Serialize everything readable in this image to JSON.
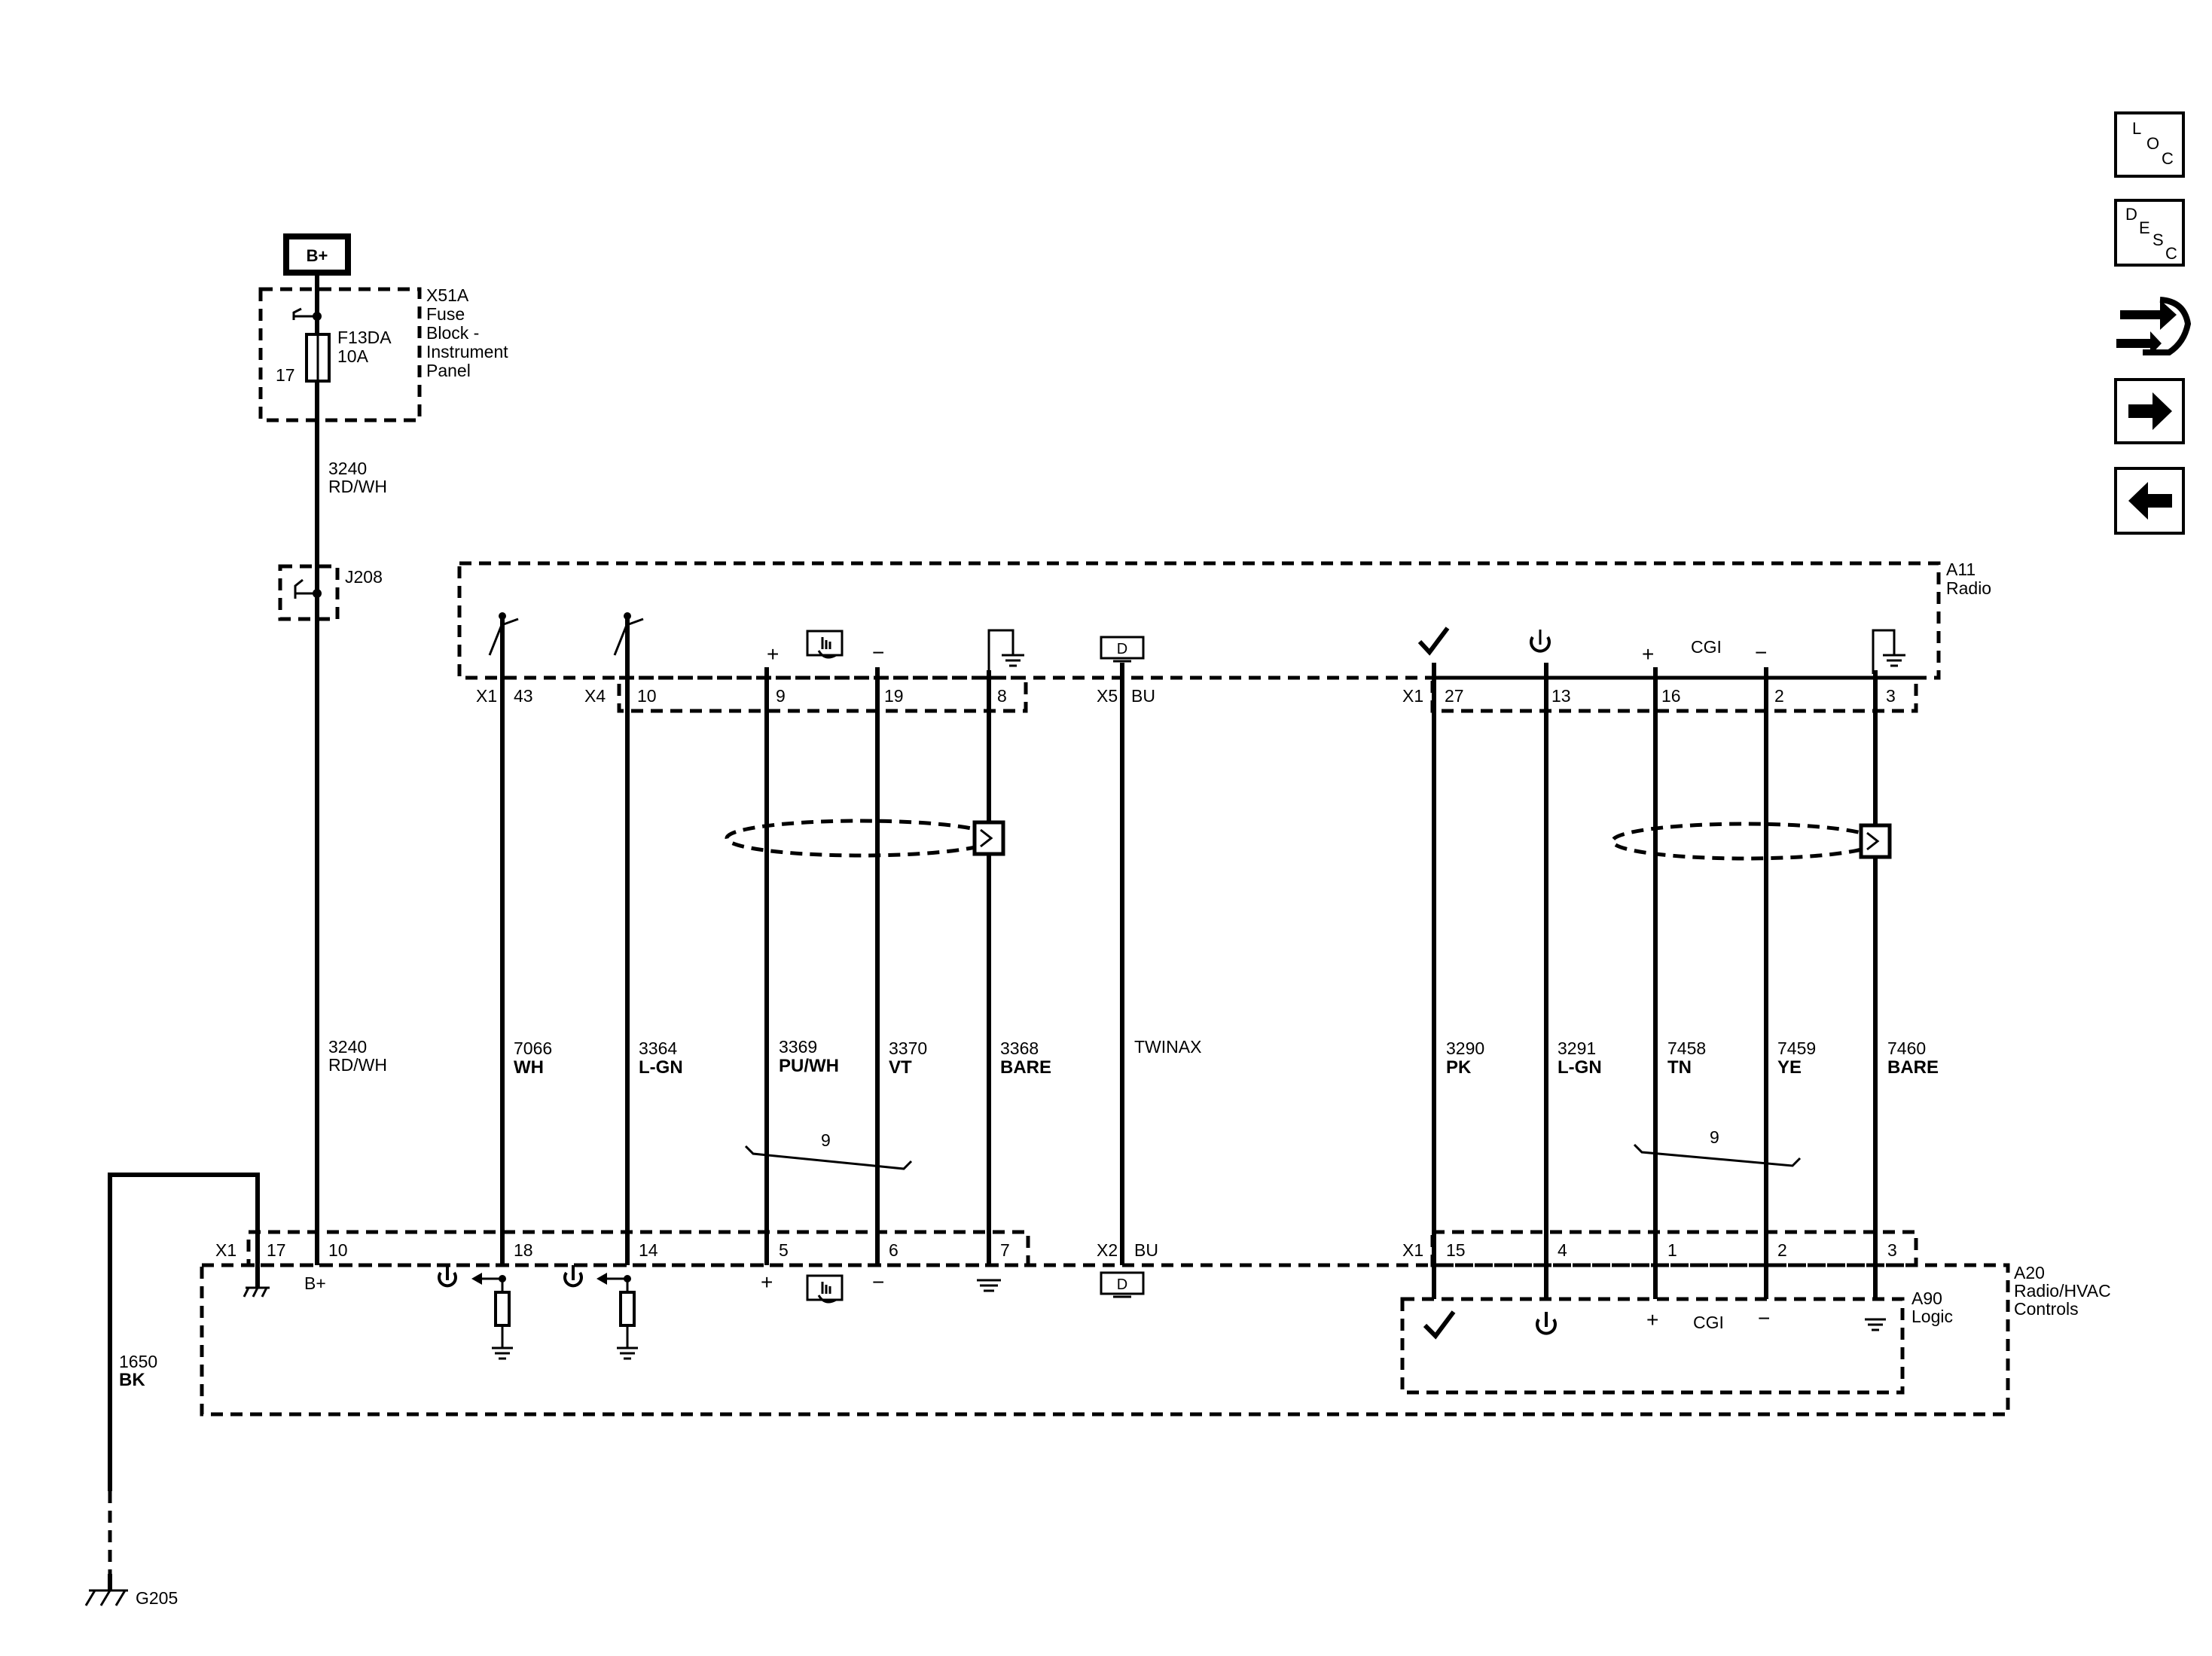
{
  "power": {
    "label": "B+"
  },
  "fuse_block": {
    "connector": "X51A",
    "name_lines": [
      "Fuse",
      "Block -",
      "Instrument",
      "Panel"
    ],
    "fuse_id": "F13DA",
    "fuse_rating": "10A",
    "pin": "17"
  },
  "splice": {
    "label": "J208"
  },
  "radio": {
    "id": "A11",
    "name": "Radio",
    "cgi": "CGI"
  },
  "controls": {
    "id": "A20",
    "name_lines": [
      "Radio/HVAC",
      "Controls"
    ],
    "bplus": "B+"
  },
  "logic": {
    "id": "A90",
    "name": "Logic",
    "cgi": "CGI"
  },
  "ground": {
    "label": "G205",
    "wire_num": "1650",
    "wire_color": "BK"
  },
  "twist_count": "9",
  "signs": {
    "plus": "+",
    "minus": "−"
  },
  "connectors": {
    "radio_x1": "X1",
    "radio_x4": "X4",
    "radio_x5": "X5",
    "radio_x1b": "X1",
    "ctrl_x1": "X1",
    "ctrl_x2": "X2",
    "ctrl_x1b": "X1"
  },
  "icons": {
    "data_icon": "D",
    "loc_letters": [
      "L",
      "O",
      "C"
    ],
    "desc_letters": [
      "D",
      "E",
      "S",
      "C"
    ]
  },
  "wires": [
    {
      "id": "w3240",
      "num_top": "3240",
      "color_top": "RD/WH",
      "num": "3240",
      "color": "RD/WH",
      "pin_bottom": "10"
    },
    {
      "id": "w7066",
      "num": "7066",
      "color": "WH",
      "pin_top": "43",
      "pin_bottom": "18"
    },
    {
      "id": "w3364",
      "num": "3364",
      "color": "L-GN",
      "pin_top": "10",
      "pin_bottom": "14"
    },
    {
      "id": "w3369",
      "num": "3369",
      "color": "PU/WH",
      "pin_top": "9",
      "pin_bottom": "5"
    },
    {
      "id": "w3370",
      "num": "3370",
      "color": "VT",
      "pin_top": "19",
      "pin_bottom": "6"
    },
    {
      "id": "w3368",
      "num": "3368",
      "color": "BARE",
      "pin_top": "8",
      "pin_bottom": "7"
    },
    {
      "id": "wtwinax",
      "num": "TWINAX",
      "color": "",
      "pin_top": "BU",
      "pin_bottom": "BU"
    },
    {
      "id": "w3290",
      "num": "3290",
      "color": "PK",
      "pin_top": "27",
      "pin_bottom": "15"
    },
    {
      "id": "w3291",
      "num": "3291",
      "color": "L-GN",
      "pin_top": "13",
      "pin_bottom": "4"
    },
    {
      "id": "w7458",
      "num": "7458",
      "color": "TN",
      "pin_top": "16",
      "pin_bottom": "1"
    },
    {
      "id": "w7459",
      "num": "7459",
      "color": "YE",
      "pin_top": "2",
      "pin_bottom": "2"
    },
    {
      "id": "w7460",
      "num": "7460",
      "color": "BARE",
      "pin_top": "3",
      "pin_bottom": "3"
    }
  ],
  "ctrl_ground_pin": "17"
}
